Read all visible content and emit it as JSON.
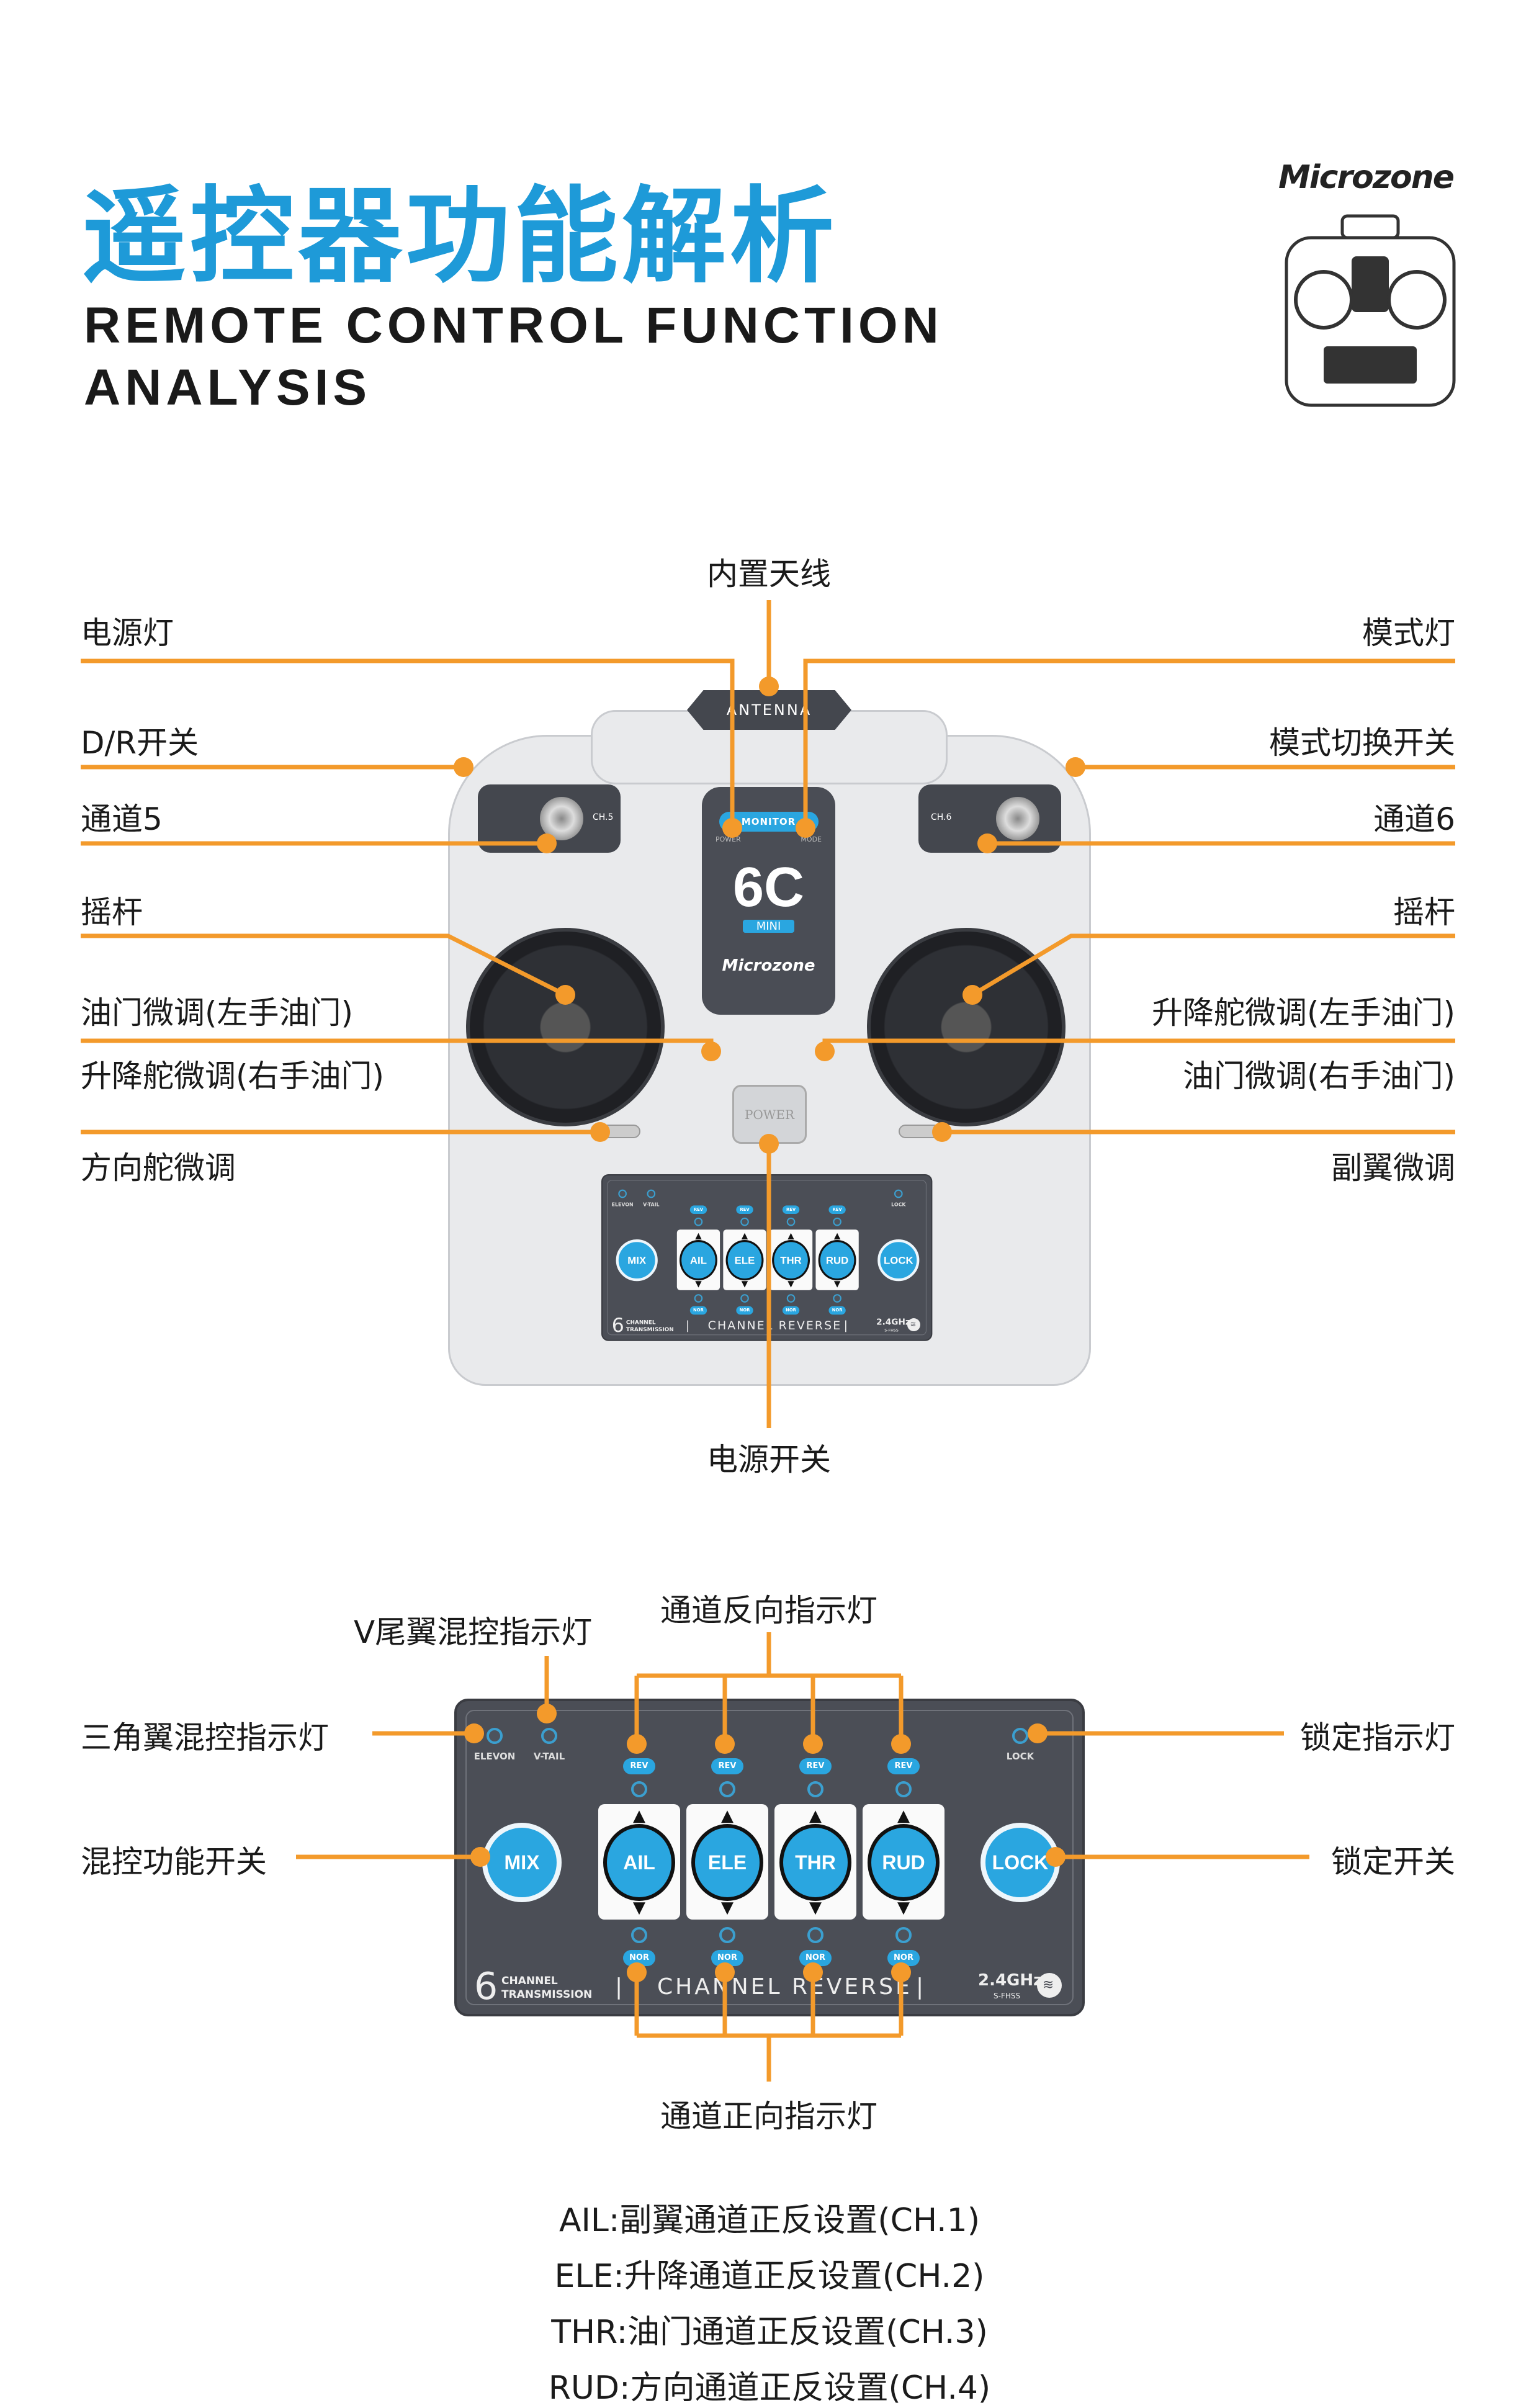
{
  "header": {
    "title": "遥控器功能解析",
    "subtitle_line1": "REMOTE CONTROL FUNCTION",
    "subtitle_line2": "ANALYSIS",
    "brand": "Microzone"
  },
  "controller": {
    "antenna": "ANTENNA",
    "monitor": "MONITOR",
    "power_led": "POWER",
    "mode_led": "MODE",
    "model": "6C",
    "model_sub": "MINI",
    "brand": "Microzone",
    "ch5": "CH.5",
    "ch6": "CH.6",
    "power_button": "POWER"
  },
  "callouts_top": {
    "antenna": "内置天线",
    "power_led": "电源灯",
    "mode_led": "模式灯",
    "dr_switch": "D/R开关",
    "mode_switch": "模式切换开关",
    "ch5": "通道5",
    "ch6": "通道6",
    "stick_left": "摇杆",
    "stick_right": "摇杆",
    "thr_trim_left_mode": "油门微调(左手油门)",
    "ele_trim_left_mode": "升降舵微调(左手油门)",
    "ele_trim_right_mode": "升降舵微调(右手油门)",
    "thr_trim_right_mode": "油门微调(右手油门)",
    "rud_trim": "方向舵微调",
    "ail_trim": "副翼微调",
    "power_switch": "电源开关"
  },
  "panel": {
    "elevon": "ELEVON",
    "vtail": "V-TAIL",
    "lock_led": "LOCK",
    "rev": "REV",
    "nor": "NOR",
    "mix": "MIX",
    "lock": "LOCK",
    "channels": [
      "AIL",
      "ELE",
      "THR",
      "RUD"
    ],
    "six": "6",
    "ch_line1": "CHANNEL",
    "ch_line2": "TRANSMISSION",
    "reverse": "CHANNEL REVERSE",
    "freq": "2.4GHz",
    "fhss": "S-FHSS"
  },
  "callouts_panel": {
    "vtail_led": "V尾翼混控指示灯",
    "reverse_leds": "通道反向指示灯",
    "elevon_led": "三角翼混控指示灯",
    "lock_led": "锁定指示灯",
    "mix_switch": "混控功能开关",
    "lock_switch": "锁定开关",
    "normal_leds": "通道正向指示灯"
  },
  "notes": [
    "AIL:副翼通道正反设置(CH.1)",
    "ELE:升降通道正反设置(CH.2)",
    "THR:油门通道正反设置(CH.3)",
    "RUD:方向通道正反设置(CH.4)"
  ],
  "colors": {
    "accent": "#1e9ad8",
    "callout": "#f39a2b",
    "panel": "#4b4e56"
  }
}
